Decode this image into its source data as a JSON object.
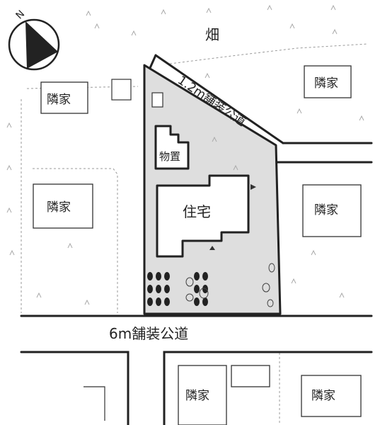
{
  "compass": {
    "north_label": "N"
  },
  "labels": {
    "field": "畑",
    "path_road": "1.2m舗装公道",
    "main_road": "6m舗装公道",
    "storage": "物置",
    "house": "住宅",
    "neighbor_nw": "隣家",
    "neighbor_w": "隣家",
    "neighbor_ne": "隣家",
    "neighbor_e": "隣家",
    "neighbor_sw": "隣家",
    "neighbor_se": "隣家"
  },
  "colors": {
    "site_fill": "#dedede",
    "line": "#222222",
    "boundary": "#999999"
  }
}
